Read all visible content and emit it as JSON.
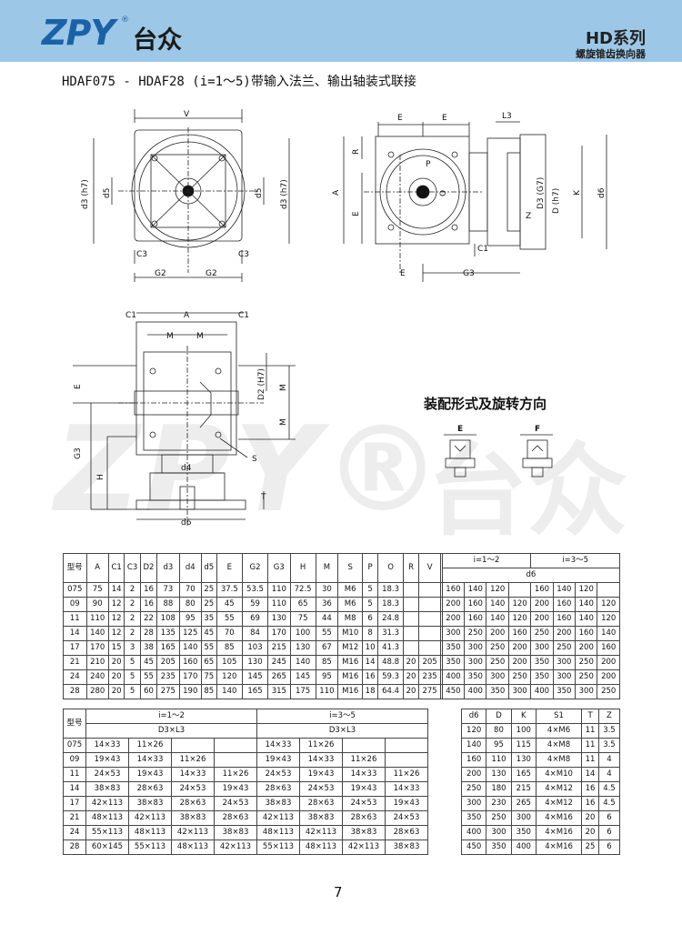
{
  "header": {
    "logo_text": "ZPY",
    "logo_reg": "®",
    "logo_cn": "台众",
    "series": "HD系列",
    "subtitle": "螺旋锥齿换向器"
  },
  "model_title": "HDAF075 - HDAF28 (i=1～5)带输入法兰、输出轴装式联接",
  "watermark": {
    "text": "ZPY®",
    "cn": "台众"
  },
  "drawing_labels": {
    "V": "V",
    "d3": "d3 (h7)",
    "d5": "d5",
    "C3": "C3",
    "G2": "G2",
    "E": "E",
    "L3": "L3",
    "R": "R",
    "A": "A",
    "P": "P",
    "O": "O",
    "D3": "D3 (G7)",
    "D": "D (h7)",
    "K": "K",
    "d6": "d6",
    "Z": "Z",
    "C1": "C1",
    "G3": "G3",
    "M": "M",
    "D2": "D2 (H7)",
    "S": "S",
    "d4": "d4",
    "H": "H",
    "T": "T"
  },
  "assembly": {
    "title": "装配形式及旋转方向",
    "E": "E",
    "F": "F"
  },
  "table1": {
    "head_left": [
      "型号",
      "A",
      "C1",
      "C3",
      "D2",
      "d3",
      "d4",
      "d5",
      "E",
      "G2",
      "G3",
      "H",
      "M",
      "S",
      "P",
      "O",
      "R",
      "V"
    ],
    "i12": "i=1～2",
    "i35": "i=3～5",
    "d6": "d6",
    "rows": [
      [
        "075",
        "75",
        "14",
        "2",
        "16",
        "73",
        "70",
        "25",
        "37.5",
        "53.5",
        "110",
        "72.5",
        "30",
        "M6",
        "5",
        "18.3",
        "",
        "",
        "160",
        "140",
        "120",
        "",
        "160",
        "140",
        "120"
      ],
      [
        "09",
        "90",
        "12",
        "2",
        "16",
        "88",
        "80",
        "25",
        "45",
        "59",
        "110",
        "65",
        "36",
        "M6",
        "5",
        "18.3",
        "",
        "",
        "200",
        "160",
        "140",
        "120",
        "200",
        "160",
        "140",
        "120"
      ],
      [
        "11",
        "110",
        "12",
        "2",
        "22",
        "108",
        "95",
        "35",
        "55",
        "69",
        "130",
        "75",
        "44",
        "M8",
        "6",
        "24.8",
        "",
        "",
        "200",
        "160",
        "140",
        "120",
        "200",
        "160",
        "140",
        "120"
      ],
      [
        "14",
        "140",
        "12",
        "2",
        "28",
        "135",
        "125",
        "45",
        "70",
        "84",
        "170",
        "100",
        "55",
        "M10",
        "8",
        "31.3",
        "",
        "",
        "300",
        "250",
        "200",
        "160",
        "250",
        "200",
        "160",
        "140"
      ],
      [
        "17",
        "170",
        "15",
        "3",
        "38",
        "165",
        "140",
        "55",
        "85",
        "103",
        "215",
        "130",
        "67",
        "M12",
        "10",
        "41.3",
        "",
        "",
        "350",
        "300",
        "250",
        "200",
        "300",
        "250",
        "200",
        "160"
      ],
      [
        "21",
        "210",
        "20",
        "5",
        "45",
        "205",
        "160",
        "65",
        "105",
        "130",
        "245",
        "140",
        "85",
        "M16",
        "14",
        "48.8",
        "20",
        "205",
        "350",
        "300",
        "250",
        "200",
        "350",
        "300",
        "250",
        "200"
      ],
      [
        "24",
        "240",
        "20",
        "5",
        "55",
        "235",
        "170",
        "75",
        "120",
        "145",
        "265",
        "145",
        "95",
        "M16",
        "16",
        "59.3",
        "20",
        "235",
        "400",
        "350",
        "300",
        "250",
        "350",
        "300",
        "250",
        "200"
      ],
      [
        "28",
        "280",
        "20",
        "5",
        "60",
        "275",
        "190",
        "85",
        "140",
        "165",
        "315",
        "175",
        "110",
        "M16",
        "18",
        "64.4",
        "20",
        "275",
        "450",
        "400",
        "350",
        "300",
        "400",
        "350",
        "300",
        "250"
      ]
    ]
  },
  "table2": {
    "head_model": "型号",
    "i12": "i=1～2",
    "i35": "i=3～5",
    "d3l3": "D3×L3",
    "right_head": [
      "d6",
      "D",
      "K",
      "S1",
      "T",
      "Z"
    ],
    "rows": [
      [
        "075",
        "14×33",
        "11×26",
        "",
        "",
        "14×33",
        "11×26",
        "",
        ""
      ],
      [
        "09",
        "19×43",
        "14×33",
        "11×26",
        "",
        "19×43",
        "14×33",
        "11×26",
        ""
      ],
      [
        "11",
        "24×53",
        "19×43",
        "14×33",
        "11×26",
        "24×53",
        "19×43",
        "14×33",
        "11×26"
      ],
      [
        "14",
        "38×83",
        "28×63",
        "24×53",
        "19×43",
        "28×63",
        "24×53",
        "19×43",
        "14×33"
      ],
      [
        "17",
        "42×113",
        "38×83",
        "28×63",
        "24×53",
        "38×83",
        "28×63",
        "24×53",
        "19×43"
      ],
      [
        "21",
        "48×113",
        "42×113",
        "38×83",
        "28×63",
        "42×113",
        "38×83",
        "28×63",
        "24×53"
      ],
      [
        "24",
        "55×113",
        "48×113",
        "42×113",
        "38×83",
        "48×113",
        "42×113",
        "38×83",
        "28×63"
      ],
      [
        "28",
        "60×145",
        "55×113",
        "48×113",
        "42×113",
        "55×113",
        "48×113",
        "42×113",
        "38×83"
      ]
    ],
    "right_rows": [
      [
        "120",
        "80",
        "100",
        "4×M6",
        "11",
        "3.5"
      ],
      [
        "140",
        "95",
        "115",
        "4×M8",
        "11",
        "3.5"
      ],
      [
        "160",
        "110",
        "130",
        "4×M8",
        "11",
        "4"
      ],
      [
        "200",
        "130",
        "165",
        "4×M10",
        "14",
        "4"
      ],
      [
        "250",
        "180",
        "215",
        "4×M12",
        "16",
        "4.5"
      ],
      [
        "300",
        "230",
        "265",
        "4×M12",
        "16",
        "4.5"
      ],
      [
        "350",
        "250",
        "300",
        "4×M16",
        "20",
        "6"
      ],
      [
        "400",
        "300",
        "350",
        "4×M16",
        "20",
        "6"
      ],
      [
        "450",
        "350",
        "400",
        "4×M16",
        "25",
        "6"
      ]
    ]
  },
  "page_number": "7"
}
